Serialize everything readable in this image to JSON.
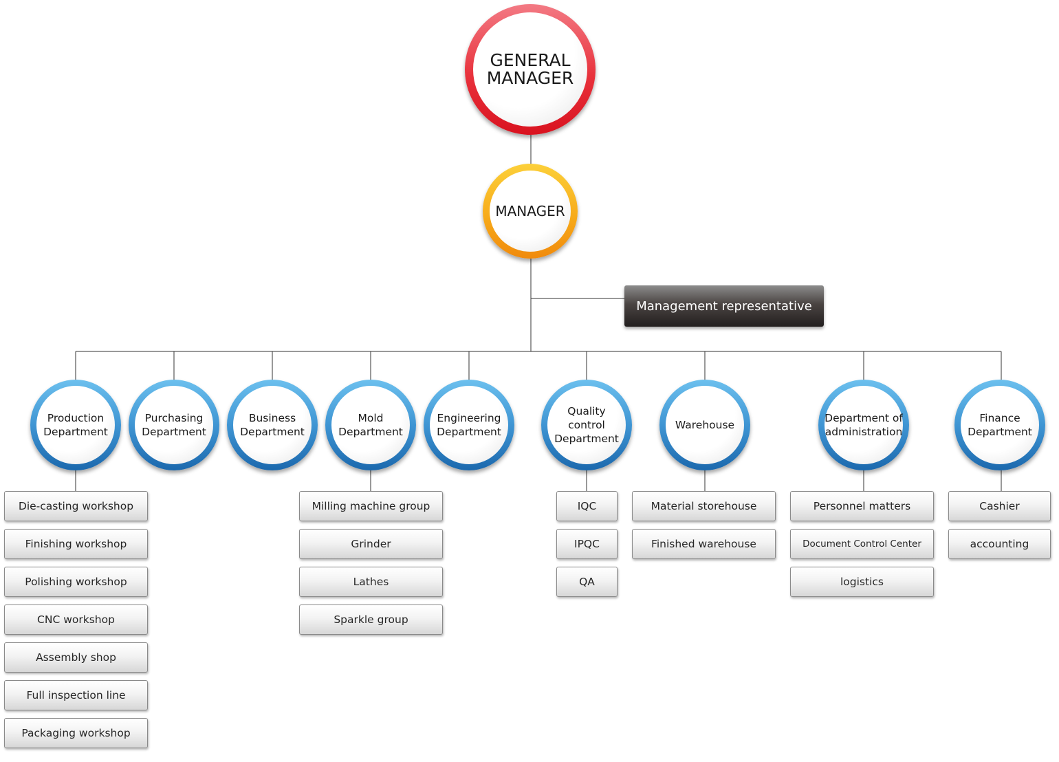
{
  "top": {
    "general_manager": "GENERAL MANAGER",
    "manager": "MANAGER"
  },
  "management_representative": "Management representative",
  "departments": [
    {
      "label": "Production Department",
      "units": [
        "Die-casting workshop",
        "Finishing workshop",
        "Polishing workshop",
        "CNC workshop",
        "Assembly shop",
        "Full inspection line",
        "Packaging workshop"
      ]
    },
    {
      "label": "Purchasing Department",
      "units": []
    },
    {
      "label": "Business Department",
      "units": []
    },
    {
      "label": "Mold Department",
      "units": [
        "Milling machine group",
        "Grinder",
        "Lathes",
        "Sparkle group"
      ]
    },
    {
      "label": "Engineering Department",
      "units": []
    },
    {
      "label": "Quality control Department",
      "units": [
        "IQC",
        "IPQC",
        "QA"
      ]
    },
    {
      "label": "Warehouse",
      "units": [
        "Material storehouse",
        "Finished warehouse"
      ]
    },
    {
      "label": "Department of administration",
      "units": [
        "Personnel matters",
        "Document Control Center",
        "logistics"
      ]
    },
    {
      "label": "Finance Department",
      "units": [
        "Cashier",
        "accounting"
      ]
    }
  ],
  "colors": {
    "general_manager_ring": "#e8323c",
    "manager_ring": "#f7ab1a",
    "department_ring": "#3f95d3",
    "representative_box": "#2b2626",
    "connector": "#333333"
  }
}
